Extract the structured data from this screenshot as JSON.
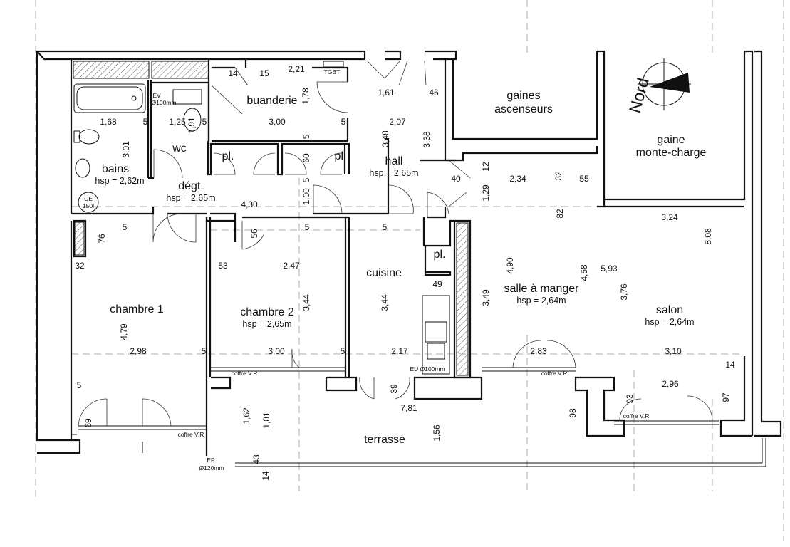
{
  "rooms": {
    "bains": {
      "name": "bains",
      "hsp": "hsp = 2,62m"
    },
    "wc": {
      "name": "wc"
    },
    "buanderie": {
      "name": "buanderie"
    },
    "degt": {
      "name": "dégt.",
      "hsp": "hsp = 2,65m"
    },
    "pl1": {
      "name": "pl."
    },
    "pl2": {
      "name": "pl."
    },
    "pl3": {
      "name": "pl."
    },
    "hall": {
      "name": "hall",
      "hsp": "hsp = 2,65m"
    },
    "gaines_ascenseurs": {
      "line1": "gaines",
      "line2": "ascenseurs"
    },
    "gaine_monte_charge": {
      "line1": "gaine",
      "line2": "monte-charge"
    },
    "chambre1": {
      "name": "chambre 1"
    },
    "chambre2": {
      "name": "chambre 2",
      "hsp": "hsp = 2,65m"
    },
    "cuisine": {
      "name": "cuisine"
    },
    "salle_a_manger": {
      "name": "salle à manger",
      "hsp": "hsp = 2,64m"
    },
    "salon": {
      "name": "salon",
      "hsp": "hsp = 2,64m"
    },
    "terrasse": {
      "name": "terrasse"
    }
  },
  "north_label": "Nord",
  "equipment": {
    "ev": "EV",
    "ev_diam": "Ø100mm",
    "ce": "CE",
    "ce_vol": "150l",
    "tgbt": "TGBT",
    "eu": "EU Ø100mm",
    "ep": "EP",
    "ep_diam": "Ø120mm",
    "coffre_vr": "coffre V.R"
  },
  "dimensions": {
    "d_14_top": "14",
    "d_15_top": "15",
    "d_221": "2,21",
    "d_178": "1,78",
    "d_161": "1,61",
    "d_46": "46",
    "d_168": "1,68",
    "d_5_bains": "5",
    "d_125": "1,25",
    "d_5_wc": "5",
    "d_191": "1,91",
    "d_300_buand": "3,00",
    "d_5_buand": "5",
    "d_5_buand_v": "5",
    "d_207": "2,07",
    "d_348": "3,48",
    "d_338": "3,38",
    "d_301": "3,01",
    "d_60": "60",
    "d_5_pl": "5",
    "d_100": "1,00",
    "d_40": "40",
    "d_12": "12",
    "d_129": "1,29",
    "d_234": "2,34",
    "d_32_top": "32",
    "d_55": "55",
    "d_430": "4,30",
    "d_324": "3,24",
    "d_808": "8,08",
    "d_82": "82",
    "d_5_ch1": "5",
    "d_76": "76",
    "d_56": "56",
    "d_5_ch2": "5",
    "d_5_cuis": "5",
    "d_32_left": "32",
    "d_53": "53",
    "d_247": "2,47",
    "d_490": "4,90",
    "d_458": "4,58",
    "d_593": "5,93",
    "d_49": "49",
    "d_344_ch2": "3,44",
    "d_344_cuis": "3,44",
    "d_349": "3,49",
    "d_376": "3,76",
    "d_479": "4,79",
    "d_298": "2,98",
    "d_5_ch1b": "5",
    "d_300_ch2": "3,00",
    "d_5_ch2b": "5",
    "d_217": "2,17",
    "d_283": "2,83",
    "d_310": "3,10",
    "d_14_right": "14",
    "d_5_left": "5",
    "d_39": "39",
    "d_296": "2,96",
    "d_93": "93",
    "d_97": "97",
    "d_781": "7,81",
    "d_162": "1,62",
    "d_181": "1,81",
    "d_156": "1,56",
    "d_98": "98",
    "d_69": "69",
    "d_43": "43",
    "d_14_bottom": "14"
  }
}
